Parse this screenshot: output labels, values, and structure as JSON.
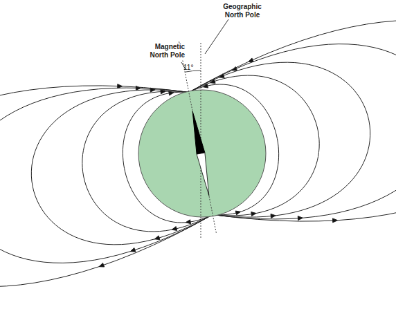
{
  "diagram": {
    "labels": [
      "Geographic North Pole",
      "Magnetic North Pole",
      "11°"
    ]
  }
}
